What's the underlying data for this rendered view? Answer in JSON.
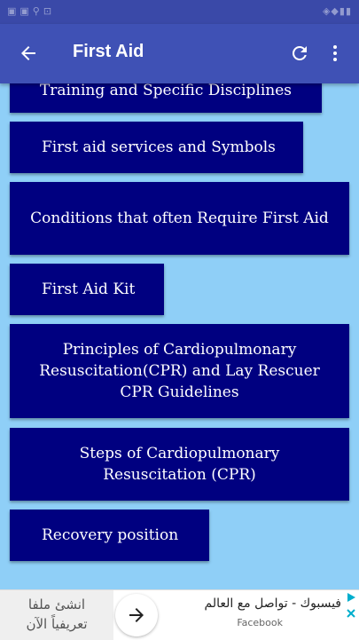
{
  "app_bar": {
    "title": "First Aid"
  },
  "menu": [
    {
      "label": "Training and Specific Disciplines"
    },
    {
      "label": "First aid services and Symbols"
    },
    {
      "label": "Conditions that often Require First Aid"
    },
    {
      "label": "First Aid Kit"
    },
    {
      "label": "Principles of Cardiopulmonary Resuscitation(CPR) and Lay Rescuer CPR Guidelines"
    },
    {
      "label": "Steps of Cardiopulmonary Resuscitation (CPR)"
    },
    {
      "label": "Recovery position"
    }
  ],
  "ad": {
    "left_line1": "انشئ ملفا",
    "left_line2": "تعريفياً الآن",
    "title": "فيسبوك - تواصل مع العالم",
    "subtitle": "Facebook"
  },
  "colors": {
    "background": "#8fcff7",
    "app_bar": "#3f51b5",
    "item": "#000080"
  }
}
